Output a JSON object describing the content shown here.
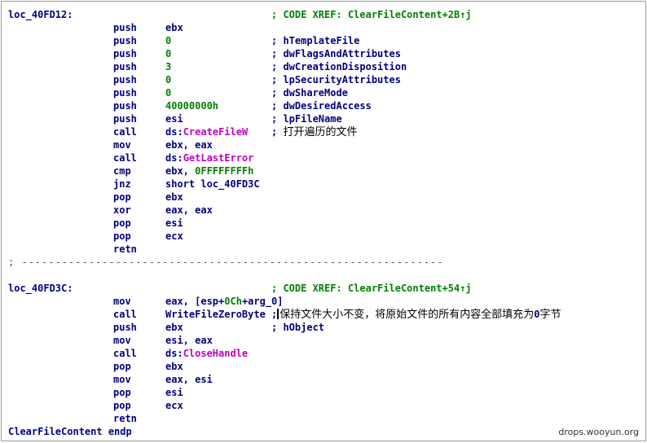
{
  "labels": {
    "loc1": "loc_40FD12:",
    "loc2": "loc_40FD3C:",
    "endp": "ClearFileContent endp"
  },
  "xrefs": {
    "xref1": "; CODE XREF: ClearFileContent+2B↑j",
    "xref2": "; CODE XREF: ClearFileContent+54↑j"
  },
  "separator": "; ---------------------------------------------------------------",
  "block1": {
    "l1": {
      "mnem": "push",
      "op": "ebx",
      "cmt": ""
    },
    "l2": {
      "mnem": "push",
      "op": "0",
      "cmt": "; hTemplateFile"
    },
    "l3": {
      "mnem": "push",
      "op": "0",
      "cmt": "; dwFlagsAndAttributes"
    },
    "l4": {
      "mnem": "push",
      "op": "3",
      "cmt": "; dwCreationDisposition"
    },
    "l5": {
      "mnem": "push",
      "op": "0",
      "cmt": "; lpSecurityAttributes"
    },
    "l6": {
      "mnem": "push",
      "op": "0",
      "cmt": "; dwShareMode"
    },
    "l7": {
      "mnem": "push",
      "op": "40000000h",
      "cmt": "; dwDesiredAccess"
    },
    "l8": {
      "mnem": "push",
      "op": "esi",
      "cmt": "; lpFileName"
    },
    "l9": {
      "mnem": "call",
      "op_prefix": "ds:",
      "op_func": "CreateFileW",
      "cmt_prefix": "; ",
      "cmt_cjk": "打开遍历的文件"
    },
    "l10": {
      "mnem": "mov",
      "op": "ebx, eax"
    },
    "l11": {
      "mnem": "call",
      "op_prefix": "ds:",
      "op_func": "GetLastError"
    },
    "l12": {
      "mnem": "cmp",
      "op_prefix": "ebx, ",
      "op_num": "0FFFFFFFFh"
    },
    "l13": {
      "mnem": "jnz",
      "op": "short loc_40FD3C"
    },
    "l14": {
      "mnem": "pop",
      "op": "ebx"
    },
    "l15": {
      "mnem": "xor",
      "op": "eax, eax"
    },
    "l16": {
      "mnem": "pop",
      "op": "esi"
    },
    "l17": {
      "mnem": "pop",
      "op": "ecx"
    },
    "l18": {
      "mnem": "retn"
    }
  },
  "block2": {
    "l1": {
      "mnem": "mov",
      "op_a": "eax, [esp+",
      "op_num": "0Ch",
      "op_b": "+arg_0]"
    },
    "l2": {
      "mnem": "call",
      "op": "WriteFileZeroByte",
      "cmt_prefix": ";",
      "cmt_cjk_a": "保持文件大小不变，将原始文件的所有内容全部填充为",
      "cmt_zero": "0",
      "cmt_cjk_b": "字节"
    },
    "l3": {
      "mnem": "push",
      "op": "ebx",
      "cmt": "; hObject"
    },
    "l4": {
      "mnem": "mov",
      "op": "esi, eax"
    },
    "l5": {
      "mnem": "call",
      "op_prefix": "ds:",
      "op_func": "CloseHandle"
    },
    "l6": {
      "mnem": "pop",
      "op": "ebx"
    },
    "l7": {
      "mnem": "mov",
      "op": "eax, esi"
    },
    "l8": {
      "mnem": "pop",
      "op": "esi"
    },
    "l9": {
      "mnem": "pop",
      "op": "ecx"
    },
    "l10": {
      "mnem": "retn"
    }
  },
  "watermark": "drops.wooyun.org",
  "colors": {
    "code": "#00007f",
    "number": "#007f00",
    "import_func": "#c000c0",
    "comment_cjk": "#000000"
  }
}
